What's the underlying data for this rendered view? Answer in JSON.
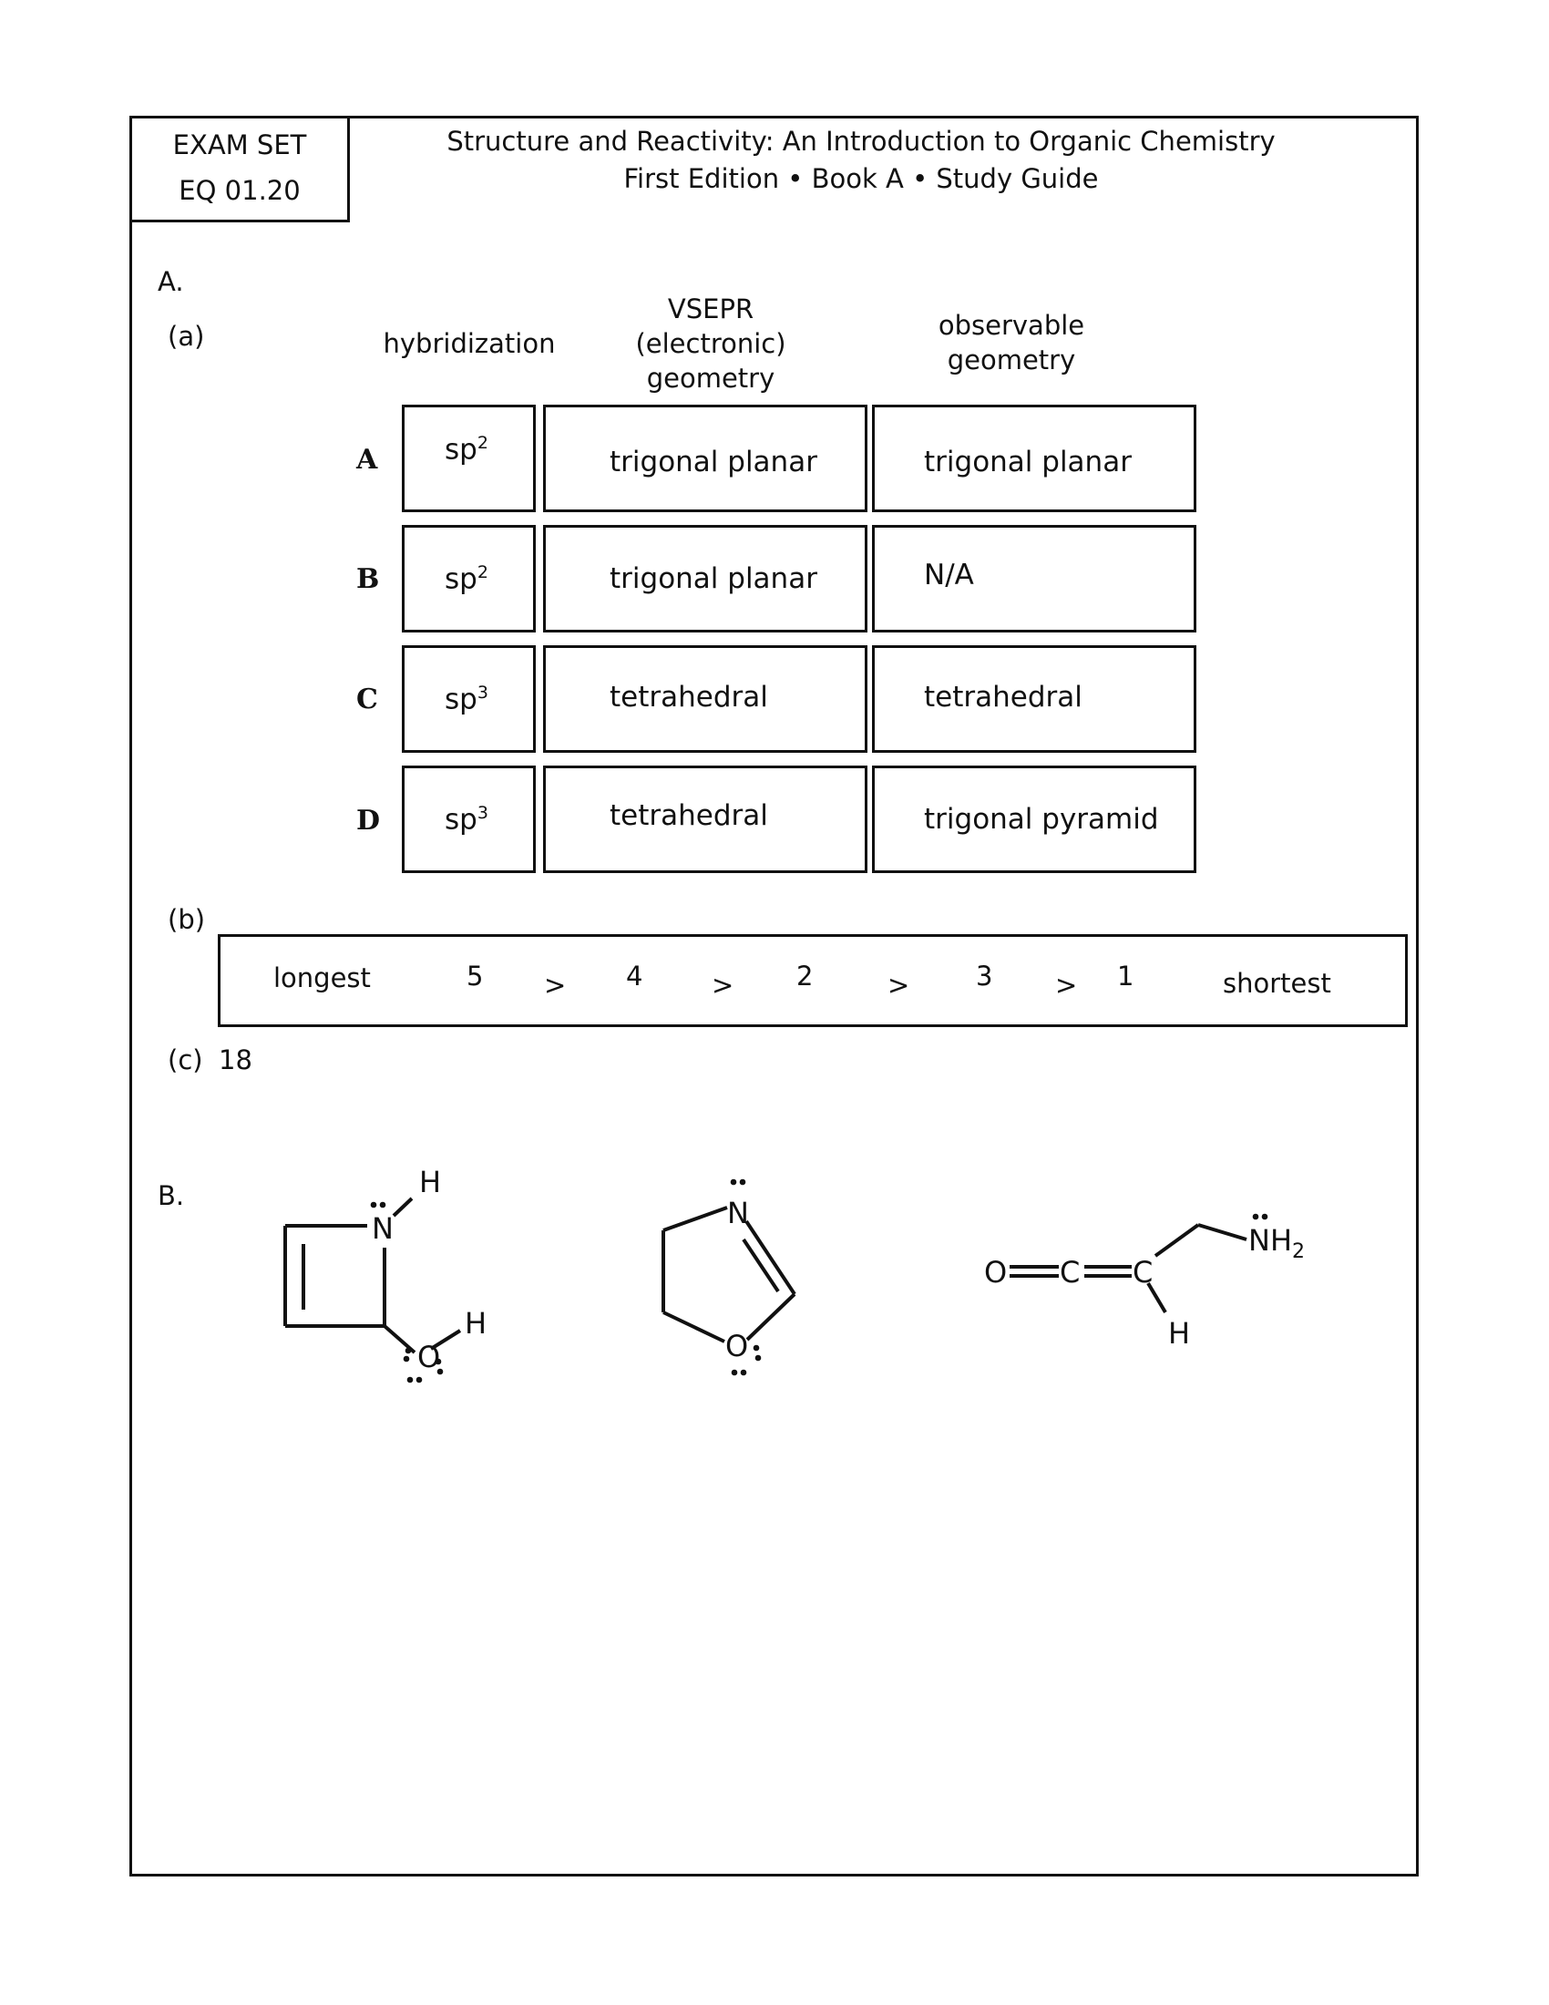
{
  "header": {
    "exam_set_line1": "EXAM SET",
    "exam_set_line2": "EQ 01.20",
    "title_line1": "Structure and Reactivity: An Introduction to Organic Chemistry",
    "title_line2": "First Edition • Book A • Study Guide"
  },
  "section_a": {
    "label": "A.",
    "part_a_label": "(a)",
    "columns": {
      "hybridization": "hybridization",
      "vsepr_line1": "VSEPR",
      "vsepr_line2": "(electronic)",
      "vsepr_line3": "geometry",
      "observable_line1": "observable",
      "observable_line2": "geometry"
    },
    "rows": [
      {
        "letter": "A",
        "hyb_base": "sp",
        "hyb_sup": "2",
        "vsepr": "trigonal planar",
        "observable": "trigonal planar"
      },
      {
        "letter": "B",
        "hyb_base": "sp",
        "hyb_sup": "2",
        "vsepr": "trigonal planar",
        "observable": "N/A"
      },
      {
        "letter": "C",
        "hyb_base": "sp",
        "hyb_sup": "3",
        "vsepr": "tetrahedral",
        "observable": "tetrahedral"
      },
      {
        "letter": "D",
        "hyb_base": "sp",
        "hyb_sup": "3",
        "vsepr": "tetrahedral",
        "observable": "trigonal pyramid"
      }
    ],
    "part_b_label": "(b)",
    "ranking": {
      "start": "longest",
      "order": [
        "5",
        "4",
        "2",
        "3",
        "1"
      ],
      "separator": ">",
      "end": "shortest"
    },
    "part_c_label": "(c)",
    "part_c_answer": "18"
  },
  "section_b": {
    "label": "B.",
    "molecule1": {
      "n": "N",
      "h_n": "H",
      "o": "O",
      "h_o": "H"
    },
    "molecule2": {
      "n": "N",
      "o": "O"
    },
    "molecule3": {
      "o": "O",
      "c1": "C",
      "c2": "C",
      "h": "H",
      "nh": "NH",
      "sub": "2"
    }
  }
}
